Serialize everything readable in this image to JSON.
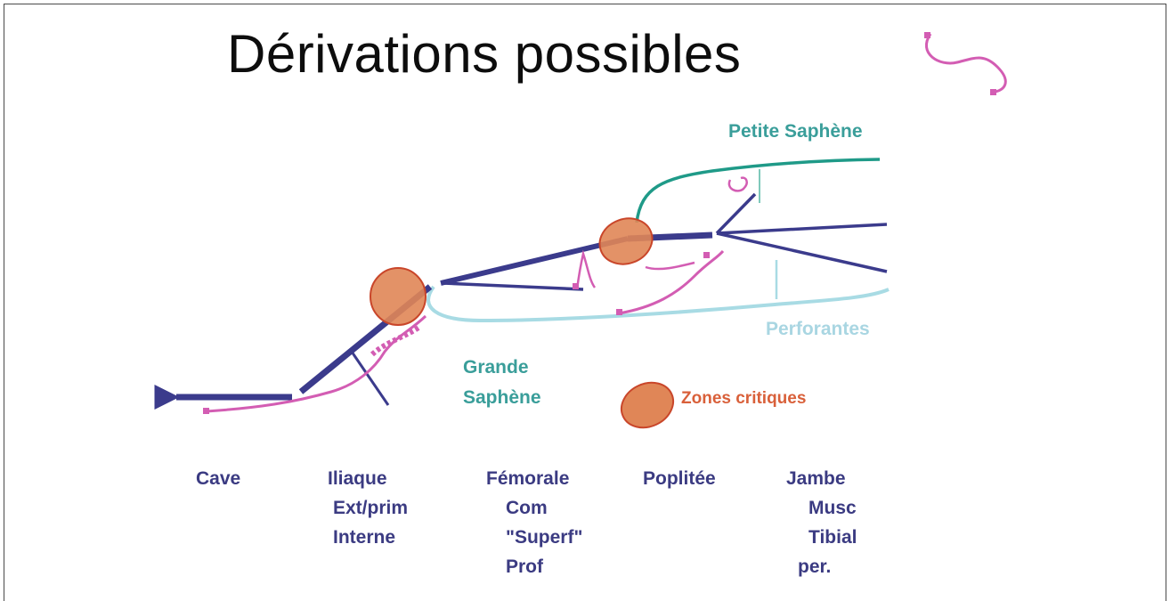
{
  "title": "Dérivations possibles",
  "labels": {
    "petite_saphene": "Petite Saphène",
    "perforantes": "Perforantes",
    "grande_saphene_1": "Grande",
    "grande_saphene_2": "Saphène",
    "zones_critiques": "Zones critiques"
  },
  "segments": {
    "cave": [
      "Cave"
    ],
    "iliaque": [
      "Iliaque",
      "Ext/prim",
      "Interne"
    ],
    "femorale": [
      "Fémorale",
      "Com",
      "\"Superf\"",
      "Prof"
    ],
    "poplitee": [
      "Poplitée"
    ],
    "jambe": [
      "Jambe",
      "Musc",
      "Tibial",
      "per."
    ]
  },
  "colors": {
    "deep_vein": "#3b3b8c",
    "petite_saphene": "#1f9a88",
    "grande_saphene": "#a8dbe4",
    "derivation": "#d35db3",
    "zone_fill": "#e08657",
    "zone_stroke": "#c9462a"
  }
}
